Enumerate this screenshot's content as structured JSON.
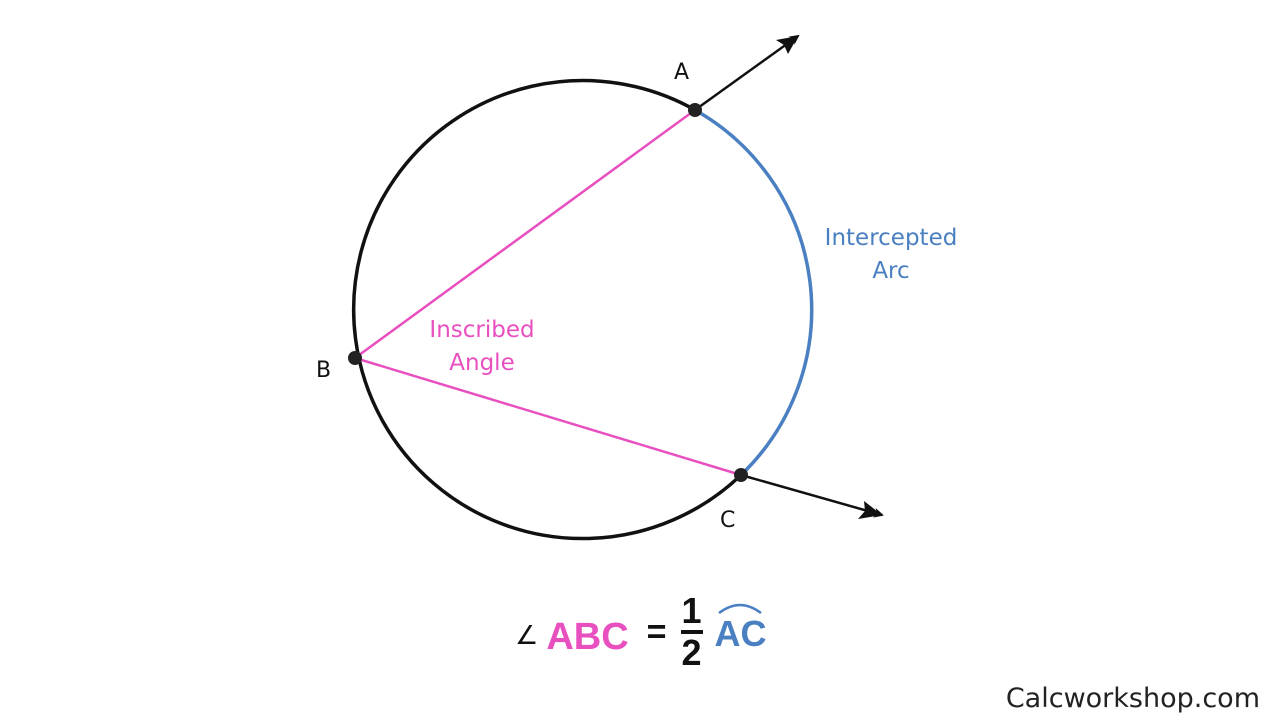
{
  "points": {
    "a": "A",
    "b": "B",
    "c": "C"
  },
  "labels": {
    "inscribed_angle_line1": "Inscribed",
    "inscribed_angle_line2": "Angle",
    "intercepted_arc_line1": "Intercepted",
    "intercepted_arc_line2": "Arc"
  },
  "formula": {
    "angle_symbol": "∠",
    "angle_name": "ABC",
    "equals": "=",
    "numerator": "1",
    "denominator": "2",
    "arc_name": "AC"
  },
  "footer": {
    "watermark": "Calcworkshop.com"
  },
  "colors": {
    "pink": "#e84fbf",
    "blue": "#4a7fc1",
    "black": "#111111"
  }
}
